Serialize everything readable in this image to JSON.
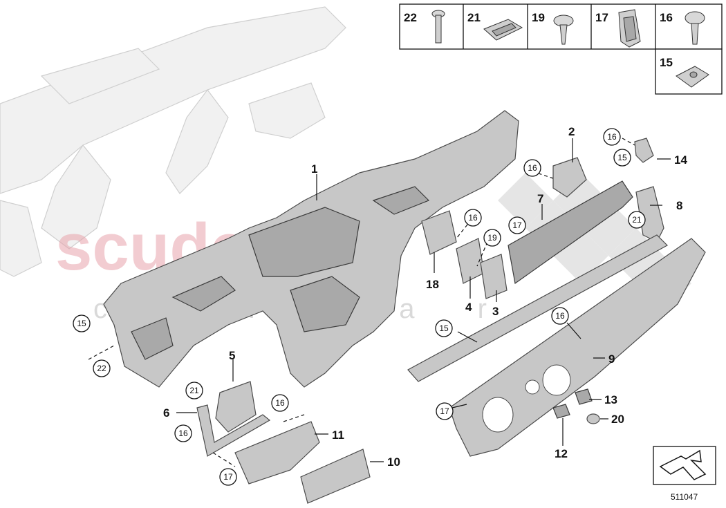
{
  "watermark": {
    "brand": "scuderia",
    "sub": "c a r p a r t s"
  },
  "reference_number": "511047",
  "hardware_box": [
    {
      "num": "22",
      "icon": "screw-icon"
    },
    {
      "num": "21",
      "icon": "clip-icon"
    },
    {
      "num": "19",
      "icon": "self-tapping-screw-icon"
    },
    {
      "num": "17",
      "icon": "expanding-nut-icon"
    },
    {
      "num": "16",
      "icon": "hex-collar-screw-icon"
    },
    {
      "num": "15",
      "icon": "clip-nut-icon"
    }
  ],
  "callouts": {
    "c1": "1",
    "c2": "2",
    "c3": "3",
    "c4": "4",
    "c5": "5",
    "c6": "6",
    "c7": "7",
    "c8": "8",
    "c9": "9",
    "c10": "10",
    "c11": "11",
    "c12": "12",
    "c13": "13",
    "c14": "14",
    "c18": "18",
    "c20": "20"
  },
  "circled": {
    "a": "16",
    "b": "15",
    "c": "16",
    "d": "16",
    "e": "19",
    "f": "17",
    "g": "21",
    "h": "15",
    "i": "16",
    "j": "15",
    "k": "22",
    "l": "21",
    "m": "16",
    "n": "16",
    "o": "17",
    "p": "17"
  }
}
